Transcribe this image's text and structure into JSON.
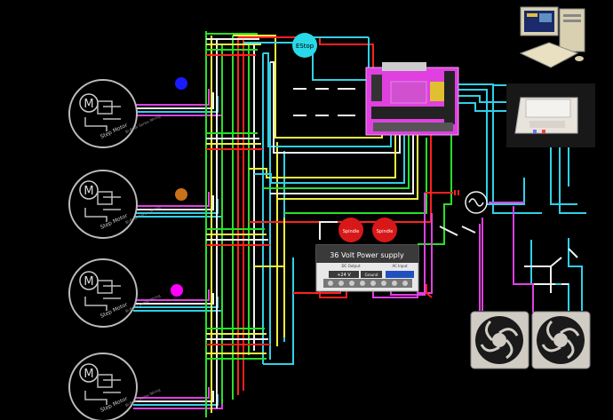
{
  "labels": {
    "estop": "EStop",
    "psu_title": "36 Volt Power supply",
    "psu_dc_output": "DC Output",
    "psu_ac_input": "AC Input",
    "psu_v_terminal": "+24 V",
    "psu_ground": "Ground",
    "spindle_btn_left": "Spindle",
    "spindle_btn_right": "Spindle",
    "motor_letter": "M",
    "motor_label": "Step Motor",
    "motor_sublabel": "Bi-Polar Series Wiring"
  },
  "motors": [
    {
      "name": "motor-1",
      "marker_color": "#1a1aff"
    },
    {
      "name": "motor-2",
      "marker_color": "#c8701a"
    },
    {
      "name": "motor-3",
      "marker_color": "#ff00ff"
    },
    {
      "name": "motor-4",
      "marker_color": null
    }
  ],
  "colors": {
    "background": "#000000",
    "estop": "#29d9e8",
    "board": "#e040e0",
    "psu_header": "#3a3a3a",
    "spindle_red": "#d81818",
    "wire_red": "#ff2020",
    "wire_green": "#28e028",
    "wire_yellow": "#f0f040",
    "wire_cyan": "#30d0e8",
    "wire_white": "#f0f0f0",
    "wire_magenta": "#e040e0"
  },
  "icons": {
    "computer": "desktop-computer-icon",
    "fan": "cooling-fan-icon",
    "spindle_controller": "spindle-controller-icon"
  }
}
